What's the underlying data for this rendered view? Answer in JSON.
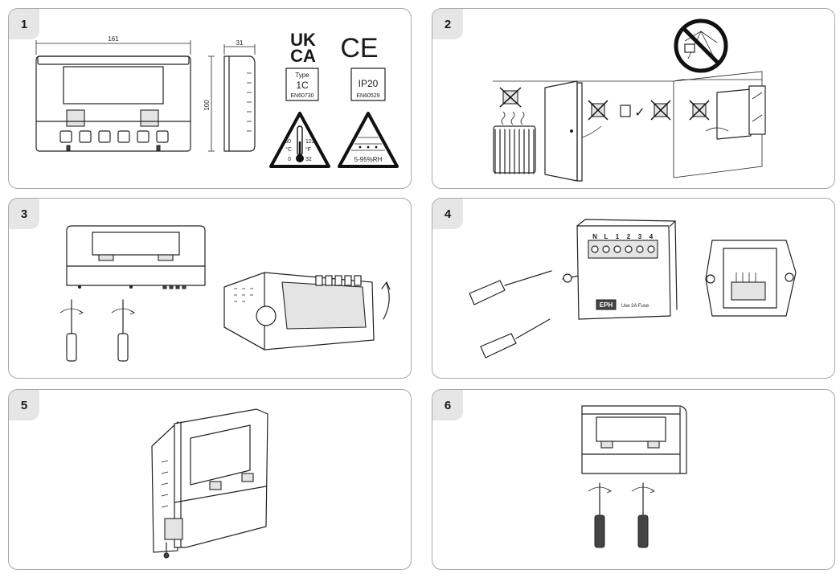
{
  "steps": [
    {
      "number": "1"
    },
    {
      "number": "2"
    },
    {
      "number": "3"
    },
    {
      "number": "4"
    },
    {
      "number": "5"
    },
    {
      "number": "6"
    }
  ],
  "specs": {
    "width": "161",
    "height": "100",
    "depth": "31",
    "ukca_line1": "UK",
    "ukca_line2": "CA",
    "ce": "CE",
    "type_label": "Type",
    "type_value": "1C",
    "type_standard": "EN60730",
    "ip_value": "IP20",
    "ip_standard": "EN60529",
    "temp_c_high": "50",
    "temp_c_unit": "°C",
    "temp_c_low": "0",
    "temp_f_high": "122",
    "temp_f_unit": "°F",
    "temp_f_low": "32",
    "humidity": "5-95%RH"
  },
  "step2": {
    "check_mark": "✓"
  },
  "backplate": {
    "terminals": [
      "N",
      "L",
      "1",
      "2",
      "3",
      "4"
    ],
    "brand": "EPH",
    "note": "Use 2A Fuse"
  }
}
